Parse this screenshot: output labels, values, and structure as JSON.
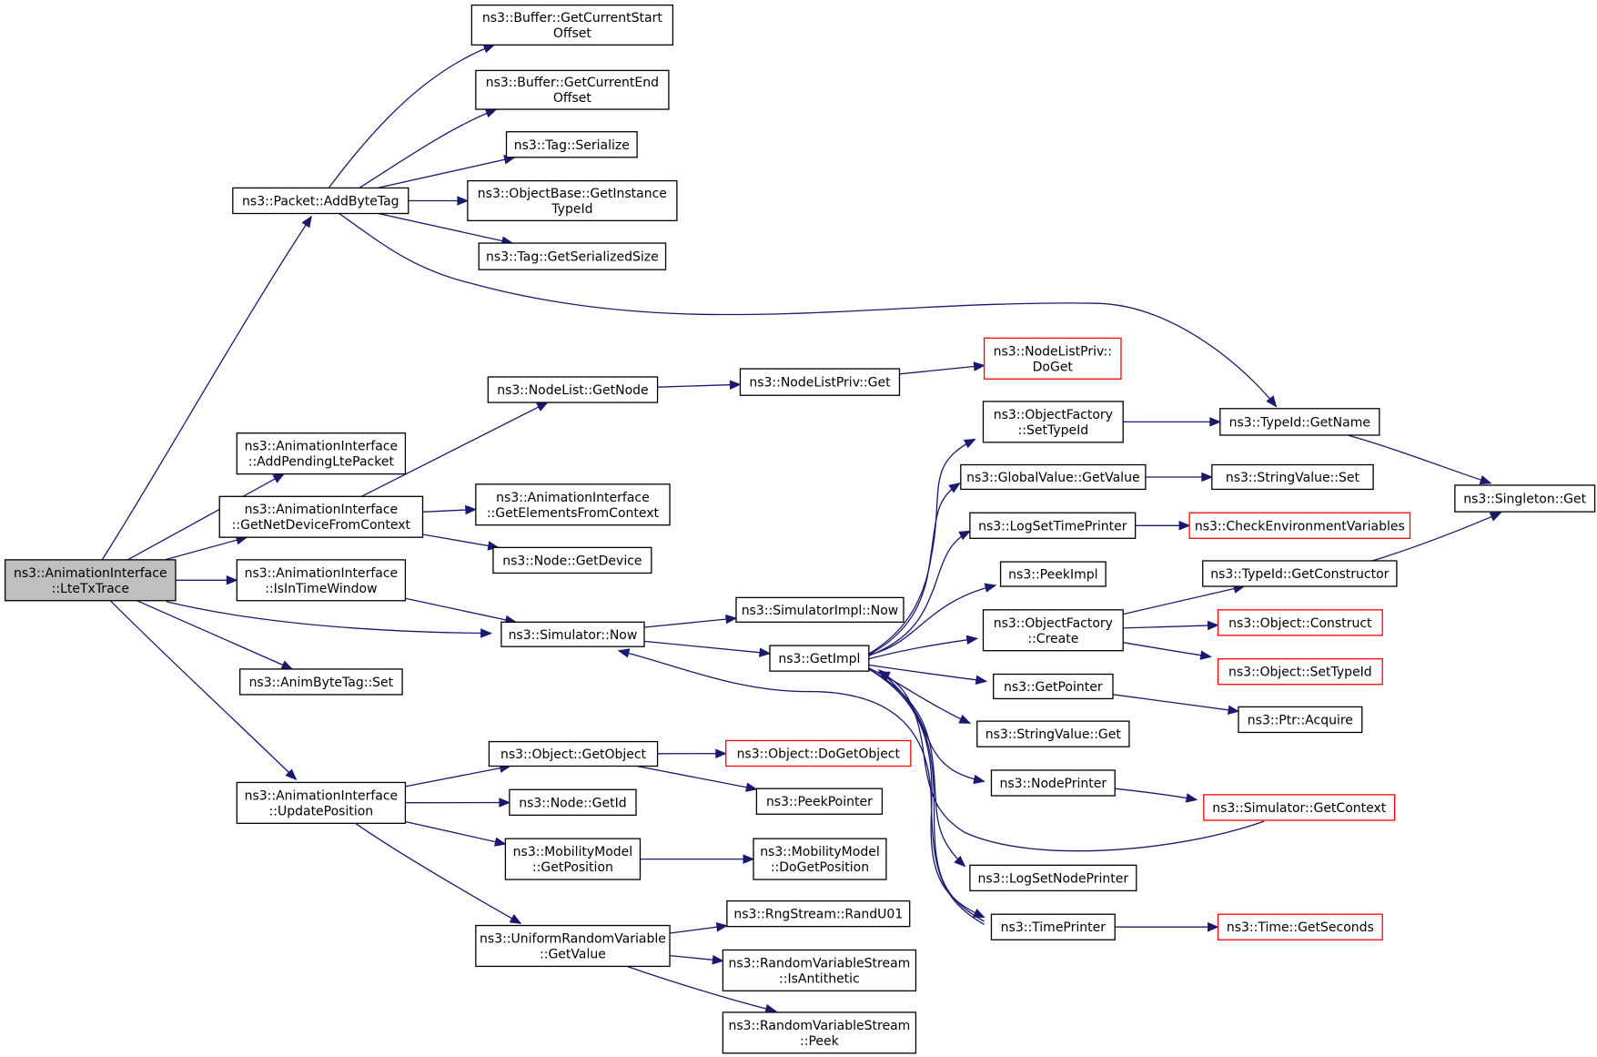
{
  "nodes": [
    {
      "id": "root",
      "lines": [
        "ns3::AnimationInterface",
        "::LteTxTrace"
      ],
      "style": "root"
    },
    {
      "id": "addbytetag",
      "lines": [
        "ns3::Packet::AddByteTag"
      ]
    },
    {
      "id": "buf_start",
      "lines": [
        "ns3::Buffer::GetCurrentStart",
        "Offset"
      ]
    },
    {
      "id": "buf_end",
      "lines": [
        "ns3::Buffer::GetCurrentEnd",
        "Offset"
      ]
    },
    {
      "id": "tag_serialize",
      "lines": [
        "ns3::Tag::Serialize"
      ]
    },
    {
      "id": "objbase_typeid",
      "lines": [
        "ns3::ObjectBase::GetInstance",
        "TypeId"
      ]
    },
    {
      "id": "tag_size",
      "lines": [
        "ns3::Tag::GetSerializedSize"
      ]
    },
    {
      "id": "addpending",
      "lines": [
        "ns3::AnimationInterface",
        "::AddPendingLtePacket"
      ]
    },
    {
      "id": "getnetdev",
      "lines": [
        "ns3::AnimationInterface",
        "::GetNetDeviceFromContext"
      ]
    },
    {
      "id": "isintime",
      "lines": [
        "ns3::AnimationInterface",
        "::IsInTimeWindow"
      ]
    },
    {
      "id": "animbytetag",
      "lines": [
        "ns3::AnimByteTag::Set"
      ]
    },
    {
      "id": "updatepos",
      "lines": [
        "ns3::AnimationInterface",
        "::UpdatePosition"
      ]
    },
    {
      "id": "nodelist_getnode",
      "lines": [
        "ns3::NodeList::GetNode"
      ]
    },
    {
      "id": "getelements",
      "lines": [
        "ns3::AnimationInterface",
        "::GetElementsFromContext"
      ]
    },
    {
      "id": "node_getdevice",
      "lines": [
        "ns3::Node::GetDevice"
      ]
    },
    {
      "id": "sim_now",
      "lines": [
        "ns3::Simulator::Now"
      ]
    },
    {
      "id": "obj_getobject",
      "lines": [
        "ns3::Object::GetObject"
      ]
    },
    {
      "id": "node_getid",
      "lines": [
        "ns3::Node::GetId"
      ]
    },
    {
      "id": "mob_getpos",
      "lines": [
        "ns3::MobilityModel",
        "::GetPosition"
      ]
    },
    {
      "id": "urv_getvalue",
      "lines": [
        "ns3::UniformRandomVariable",
        "::GetValue"
      ]
    },
    {
      "id": "nodelistpriv_get",
      "lines": [
        "ns3::NodeListPriv::Get"
      ]
    },
    {
      "id": "simimpl_now",
      "lines": [
        "ns3::SimulatorImpl::Now"
      ]
    },
    {
      "id": "getimpl",
      "lines": [
        "ns3::GetImpl"
      ]
    },
    {
      "id": "obj_dogetobject",
      "lines": [
        "ns3::Object::DoGetObject"
      ],
      "style": "red"
    },
    {
      "id": "peekpointer",
      "lines": [
        "ns3::PeekPointer"
      ]
    },
    {
      "id": "mob_dogetpos",
      "lines": [
        "ns3::MobilityModel",
        "::DoGetPosition"
      ]
    },
    {
      "id": "rng_randu01",
      "lines": [
        "ns3::RngStream::RandU01"
      ]
    },
    {
      "id": "rvs_isanti",
      "lines": [
        "ns3::RandomVariableStream",
        "::IsAntithetic"
      ]
    },
    {
      "id": "rvs_peek",
      "lines": [
        "ns3::RandomVariableStream",
        "::Peek"
      ]
    },
    {
      "id": "nodelistpriv_doget",
      "lines": [
        "ns3::NodeListPriv::",
        "DoGet"
      ],
      "style": "red"
    },
    {
      "id": "of_settypeid",
      "lines": [
        "ns3::ObjectFactory",
        "::SetTypeId"
      ]
    },
    {
      "id": "gv_getvalue",
      "lines": [
        "ns3::GlobalValue::GetValue"
      ]
    },
    {
      "id": "logsettimeprinter",
      "lines": [
        "ns3::LogSetTimePrinter"
      ]
    },
    {
      "id": "peekimpl",
      "lines": [
        "ns3::PeekImpl"
      ]
    },
    {
      "id": "of_create",
      "lines": [
        "ns3::ObjectFactory",
        "::Create"
      ]
    },
    {
      "id": "getpointer",
      "lines": [
        "ns3::GetPointer"
      ]
    },
    {
      "id": "sv_get",
      "lines": [
        "ns3::StringValue::Get"
      ]
    },
    {
      "id": "nodeprinter",
      "lines": [
        "ns3::NodePrinter"
      ]
    },
    {
      "id": "logsetnodeprinter",
      "lines": [
        "ns3::LogSetNodePrinter"
      ]
    },
    {
      "id": "timeprinter",
      "lines": [
        "ns3::TimePrinter"
      ]
    },
    {
      "id": "typeid_getname",
      "lines": [
        "ns3::TypeId::GetName"
      ]
    },
    {
      "id": "sv_set",
      "lines": [
        "ns3::StringValue::Set"
      ]
    },
    {
      "id": "checkenv",
      "lines": [
        "ns3::CheckEnvironmentVariables"
      ],
      "style": "red"
    },
    {
      "id": "typeid_getctor",
      "lines": [
        "ns3::TypeId::GetConstructor"
      ]
    },
    {
      "id": "obj_construct",
      "lines": [
        "ns3::Object::Construct"
      ],
      "style": "red"
    },
    {
      "id": "obj_settypeid",
      "lines": [
        "ns3::Object::SetTypeId"
      ],
      "style": "red"
    },
    {
      "id": "ptr_acquire",
      "lines": [
        "ns3::Ptr::Acquire"
      ]
    },
    {
      "id": "sim_getcontext",
      "lines": [
        "ns3::Simulator::GetContext"
      ],
      "style": "red"
    },
    {
      "id": "time_getseconds",
      "lines": [
        "ns3::Time::GetSeconds"
      ],
      "style": "red"
    },
    {
      "id": "singleton_get",
      "lines": [
        "ns3::Singleton::Get"
      ]
    }
  ],
  "edges": [
    [
      "root",
      "addbytetag"
    ],
    [
      "root",
      "addpending"
    ],
    [
      "root",
      "getnetdev"
    ],
    [
      "root",
      "isintime"
    ],
    [
      "root",
      "sim_now"
    ],
    [
      "root",
      "animbytetag"
    ],
    [
      "root",
      "updatepos"
    ],
    [
      "addbytetag",
      "buf_start"
    ],
    [
      "addbytetag",
      "buf_end"
    ],
    [
      "addbytetag",
      "tag_serialize"
    ],
    [
      "addbytetag",
      "objbase_typeid"
    ],
    [
      "addbytetag",
      "tag_size"
    ],
    [
      "addbytetag",
      "typeid_getname"
    ],
    [
      "getnetdev",
      "nodelist_getnode"
    ],
    [
      "getnetdev",
      "getelements"
    ],
    [
      "getnetdev",
      "node_getdevice"
    ],
    [
      "isintime",
      "sim_now"
    ],
    [
      "updatepos",
      "obj_getobject"
    ],
    [
      "updatepos",
      "node_getid"
    ],
    [
      "updatepos",
      "mob_getpos"
    ],
    [
      "updatepos",
      "urv_getvalue"
    ],
    [
      "nodelist_getnode",
      "nodelistpriv_get"
    ],
    [
      "nodelistpriv_get",
      "nodelistpriv_doget"
    ],
    [
      "sim_now",
      "simimpl_now"
    ],
    [
      "sim_now",
      "getimpl"
    ],
    [
      "obj_getobject",
      "obj_dogetobject"
    ],
    [
      "obj_getobject",
      "peekpointer"
    ],
    [
      "mob_getpos",
      "mob_dogetpos"
    ],
    [
      "urv_getvalue",
      "rng_randu01"
    ],
    [
      "urv_getvalue",
      "rvs_isanti"
    ],
    [
      "urv_getvalue",
      "rvs_peek"
    ],
    [
      "getimpl",
      "of_settypeid"
    ],
    [
      "getimpl",
      "gv_getvalue"
    ],
    [
      "getimpl",
      "logsettimeprinter"
    ],
    [
      "getimpl",
      "peekimpl"
    ],
    [
      "getimpl",
      "of_create"
    ],
    [
      "getimpl",
      "getpointer"
    ],
    [
      "getimpl",
      "sv_get"
    ],
    [
      "getimpl",
      "nodeprinter"
    ],
    [
      "getimpl",
      "logsetnodeprinter"
    ],
    [
      "getimpl",
      "timeprinter"
    ],
    [
      "timeprinter",
      "getimpl"
    ],
    [
      "timeprinter",
      "sim_now"
    ],
    [
      "sim_getcontext",
      "getimpl"
    ],
    [
      "of_settypeid",
      "typeid_getname"
    ],
    [
      "gv_getvalue",
      "sv_set"
    ],
    [
      "logsettimeprinter",
      "checkenv"
    ],
    [
      "of_create",
      "typeid_getctor"
    ],
    [
      "of_create",
      "obj_construct"
    ],
    [
      "of_create",
      "obj_settypeid"
    ],
    [
      "getpointer",
      "ptr_acquire"
    ],
    [
      "nodeprinter",
      "sim_getcontext"
    ],
    [
      "timeprinter",
      "time_getseconds"
    ],
    [
      "typeid_getname",
      "singleton_get"
    ],
    [
      "typeid_getctor",
      "singleton_get"
    ]
  ]
}
